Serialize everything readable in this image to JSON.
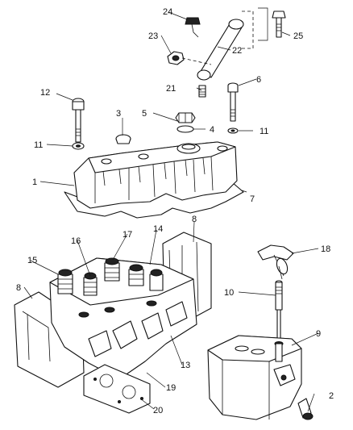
{
  "callouts": {
    "c1": "1",
    "c2": "2",
    "c3": "3",
    "c4": "4",
    "c5": "5",
    "c6": "6",
    "c7": "7",
    "c8a": "8",
    "c8b": "8",
    "c9": "9",
    "c10": "10",
    "c11a": "11",
    "c11b": "11",
    "c12": "12",
    "c13": "13",
    "c14": "14",
    "c15": "15",
    "c16": "16",
    "c17": "17",
    "c18": "18",
    "c19": "19",
    "c20": "20",
    "c21": "21",
    "c22": "22",
    "c23": "23",
    "c24": "24",
    "c25": "25"
  },
  "colors": {
    "line": "#111111",
    "background": "#ffffff"
  }
}
